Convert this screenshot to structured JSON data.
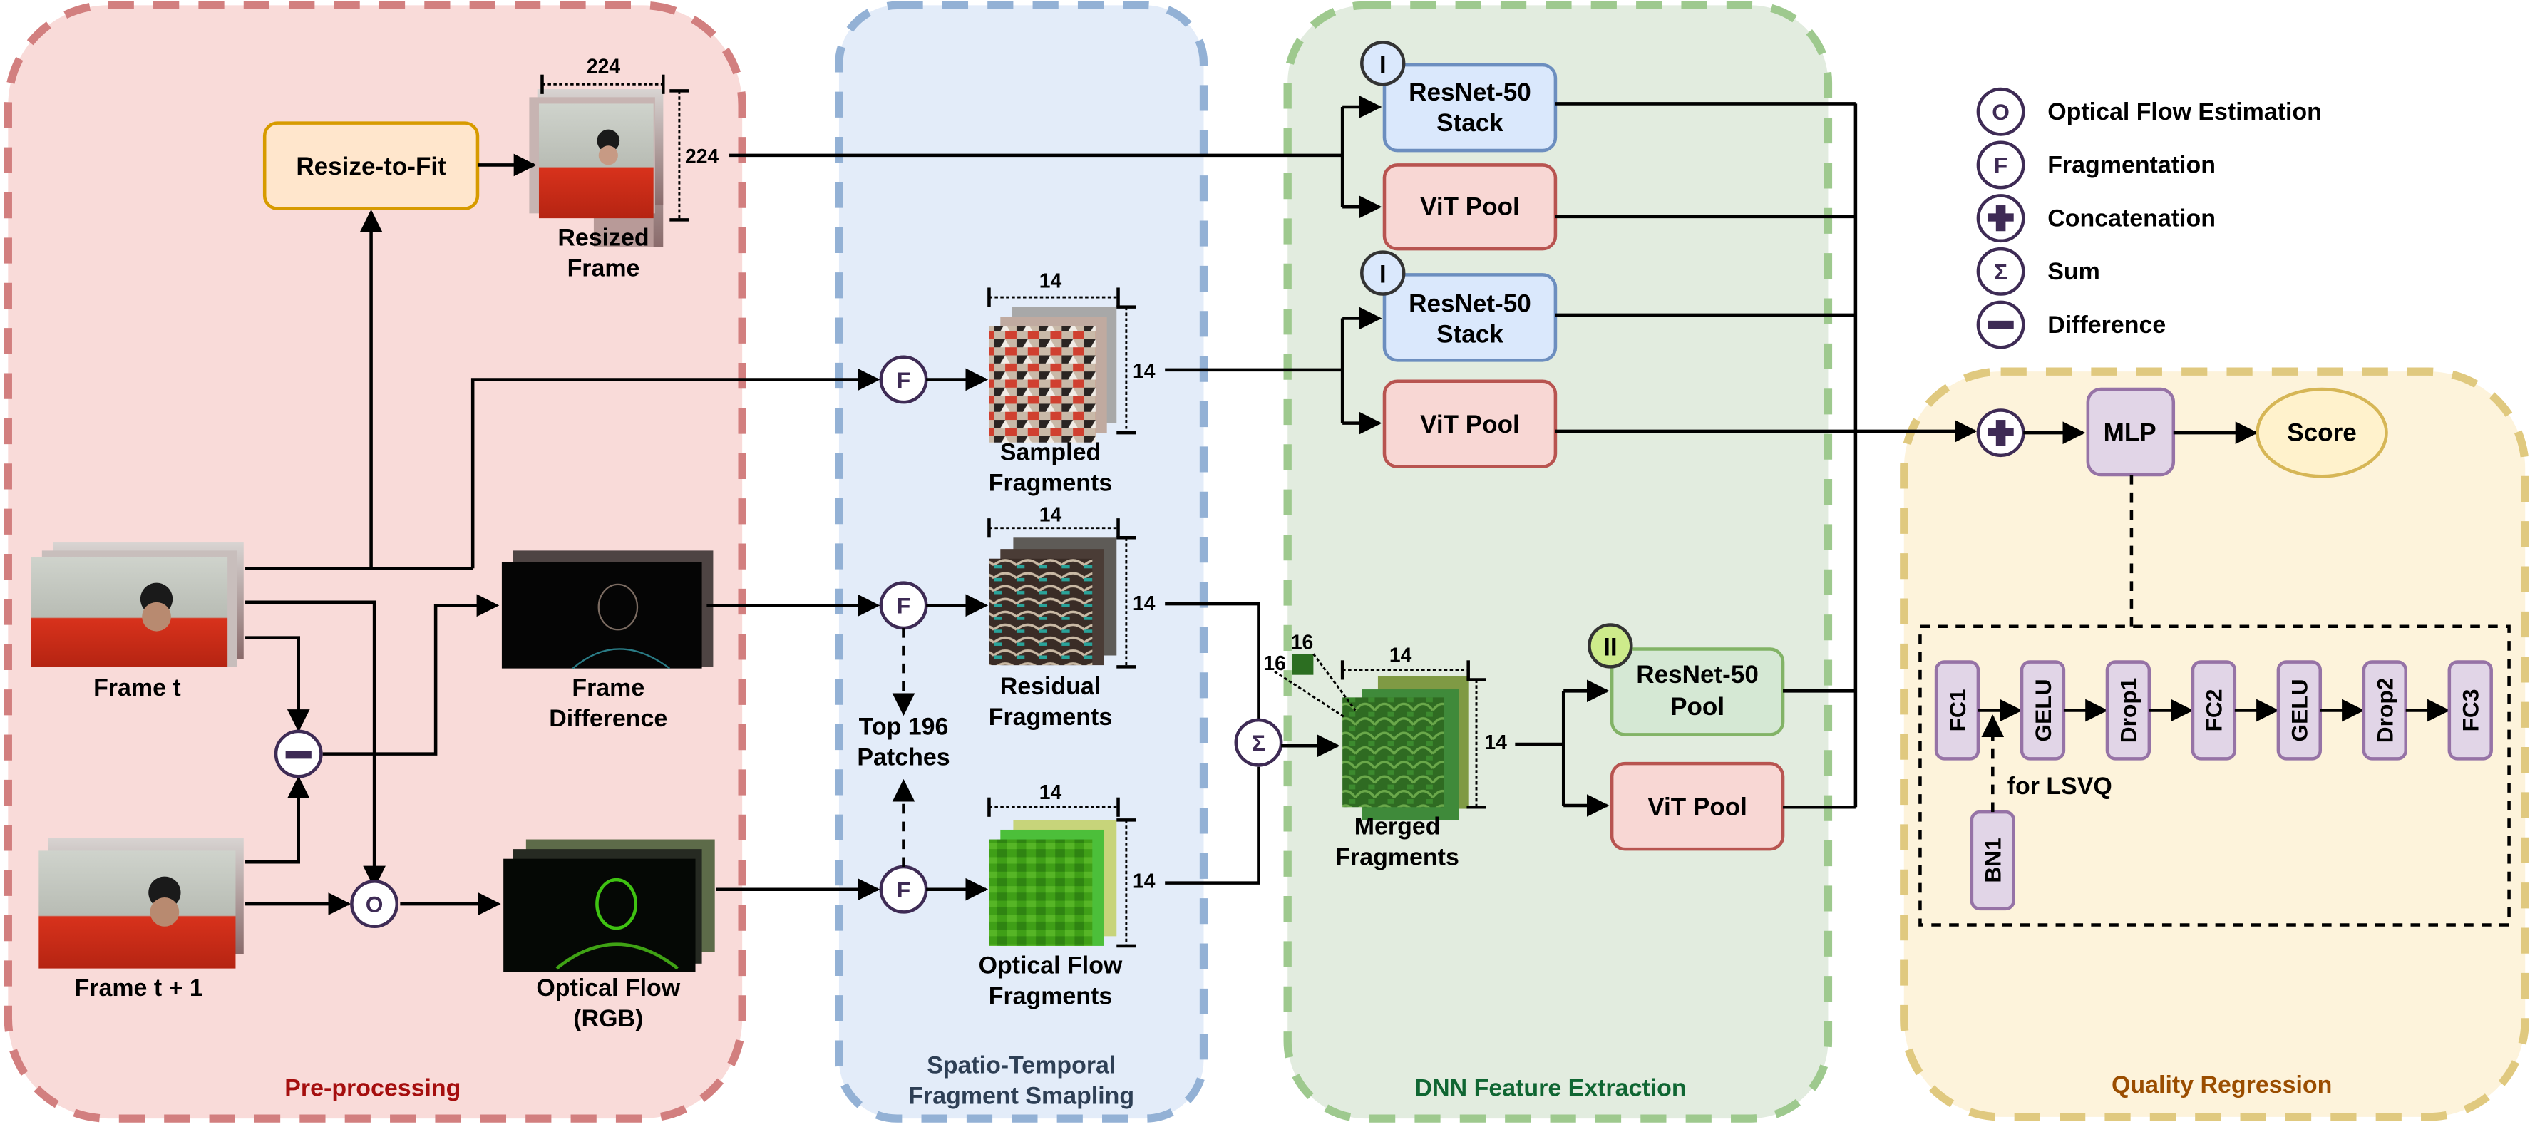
{
  "colors": {
    "preprocessing_fill": "#f9dbd9",
    "preprocessing_border": "#d27f7f",
    "preprocessing_title": "#a50e0e",
    "sampling_fill": "#e3ecf9",
    "sampling_border": "#93b1d5",
    "sampling_title": "#2e3f55",
    "dnn_fill": "#e2ecdf",
    "dnn_border": "#9ec98e",
    "dnn_title": "#0f6632",
    "regression_fill": "#fdf3db",
    "regression_border": "#e0c97f",
    "regression_title": "#9a4d00",
    "operator_stroke": "#3e2b55",
    "resnet_stack_fill": "#dae8fc",
    "resnet_stack_border": "#6c8ebf",
    "vit_fill": "#f8d7d4",
    "vit_border": "#b85450",
    "resnet_pool_fill": "#d5e8d4",
    "resnet_pool_border": "#82b366",
    "mlp_fill": "#e1d5e7",
    "mlp_border": "#9673a6",
    "resize_fill": "#ffe6cc",
    "resize_border": "#d79b00",
    "score_fill": "#fff2cc",
    "score_border": "#d6b656"
  },
  "panels": {
    "preprocessing": "Pre-processing",
    "sampling": [
      "Spatio-Temporal",
      "Fragment Smapling"
    ],
    "dnn": "DNN Feature Extraction",
    "regression": "Quality Regression"
  },
  "legend": [
    {
      "symbol": "O",
      "icon": "optical-flow-op-icon",
      "label": "Optical Flow Estimation"
    },
    {
      "symbol": "F",
      "icon": "fragmentation-op-icon",
      "label": "Fragmentation"
    },
    {
      "symbol": "+",
      "icon": "concatenation-op-icon",
      "label": "Concatenation"
    },
    {
      "symbol": "Σ",
      "icon": "sum-op-icon",
      "label": "Sum"
    },
    {
      "symbol": "−",
      "icon": "difference-op-icon",
      "label": "Difference"
    }
  ],
  "preprocessing": {
    "resize_box": "Resize-to-Fit",
    "resized_frame": [
      "Resized",
      "Frame"
    ],
    "resized_width": "224",
    "resized_height": "224",
    "frame_t": "Frame t",
    "frame_t1": "Frame t + 1",
    "frame_difference": [
      "Frame",
      "Difference"
    ],
    "optical_flow": [
      "Optical Flow",
      "(RGB)"
    ]
  },
  "sampling": {
    "sampled_fragments": [
      "Sampled",
      "Fragments"
    ],
    "residual_fragments": [
      "Residual",
      "Fragments"
    ],
    "optical_flow_fragments": [
      "Optical Flow",
      "Fragments"
    ],
    "top_patches": [
      "Top 196",
      "Patches"
    ],
    "grid_size": "14"
  },
  "dnn": {
    "resnet_stack": [
      "ResNet-50",
      "Stack"
    ],
    "resnet_pool": [
      "ResNet-50",
      "Pool"
    ],
    "vit_pool": "ViT Pool",
    "stage_one_badge": "I",
    "stage_two_badge": "II",
    "merged_fragments": [
      "Merged",
      "Fragments"
    ],
    "patch_size": "16",
    "grid_size": "14"
  },
  "regression": {
    "mlp": "MLP",
    "score": "Score",
    "layers": [
      "FC1",
      "GELU",
      "Drop1",
      "FC2",
      "GELU",
      "Drop2",
      "FC3"
    ],
    "bn_layer": "BN1",
    "bn_note": "for LSVQ"
  }
}
